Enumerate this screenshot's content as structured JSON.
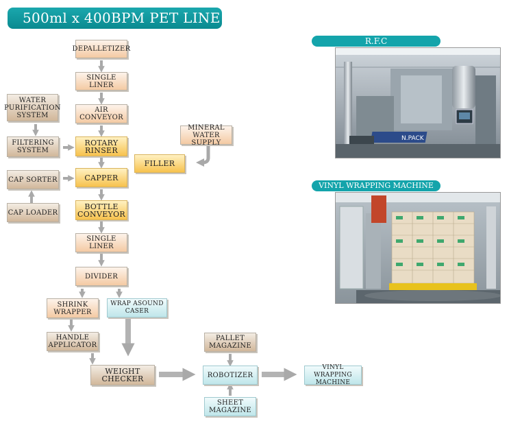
{
  "title": "500ml x 400BPM PET LINE",
  "boxes": {
    "depalletizer": "DEPALLETIZER",
    "single_liner_1": "SINGLE LINER",
    "air_conveyor": "AIR CONVEYOR",
    "water_purification": "WATER\nPURIFICATION\nSYSTEM",
    "filtering_system": "FILTERING\nSYSTEM",
    "rotary_rinser": "ROTARY\nRINSER",
    "mineral_water_supply": "MINERAL\nWATER SUPPLY",
    "filler": "FILLER",
    "cap_sorter": "CAP SORTER",
    "capper": "CAPPER",
    "cap_loader": "CAP LOADER",
    "bottle_conveyor": "BOTTLE\nCONVEYOR",
    "single_liner_2": "SINGLE LINER",
    "divider": "DIVIDER",
    "shrink_wrapper": "SHRINK\nWRAPPER",
    "wrap_around_caser": "WRAP ASOUND CASER",
    "handle_applicator": "HANDLE\nAPPLICATOR",
    "weight_checker": "WEIGHT\nCHECKER",
    "pallet_magazine": "PALLET\nMAGAZINE",
    "robotizer": "ROBOTIZER",
    "sheet_magazine": "SHEET\nMAGAZINE",
    "vinyl_wrapping_machine": "VINYL WRAPPING\nMACHINE"
  },
  "photos": {
    "rfc_label": "R.F.C",
    "rfc_panel_text": "N.PACK",
    "vinyl_label": "VINYL WRAPPING MACHINE"
  },
  "colors": {
    "title_teal": "#0f98a0",
    "arrow_gray": "#a9a9a9",
    "process_peach": "#f4caa3",
    "main_gold": "#f7c24e",
    "side_tan": "#d1b79a",
    "packing_cyan": "#bfe6ea"
  }
}
